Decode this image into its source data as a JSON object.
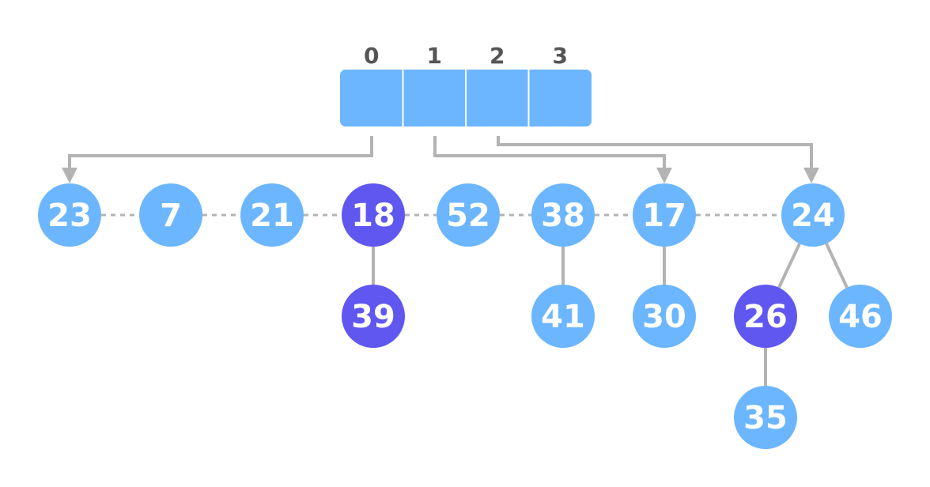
{
  "colors": {
    "node": "#6cb6ff",
    "marked": "#5f57f0",
    "array": "#6cb6ff",
    "edge": "#b3b3b3",
    "index_text": "#555555"
  },
  "array": {
    "indices": [
      "0",
      "1",
      "2",
      "3"
    ]
  },
  "nodes": [
    {
      "id": "n23",
      "label": "23",
      "marked": false
    },
    {
      "id": "n7",
      "label": "7",
      "marked": false
    },
    {
      "id": "n21",
      "label": "21",
      "marked": false
    },
    {
      "id": "n18",
      "label": "18",
      "marked": true
    },
    {
      "id": "n52",
      "label": "52",
      "marked": false
    },
    {
      "id": "n38",
      "label": "38",
      "marked": false
    },
    {
      "id": "n17",
      "label": "17",
      "marked": false
    },
    {
      "id": "n24",
      "label": "24",
      "marked": false
    },
    {
      "id": "n39",
      "label": "39",
      "marked": true
    },
    {
      "id": "n41",
      "label": "41",
      "marked": false
    },
    {
      "id": "n30",
      "label": "30",
      "marked": false
    },
    {
      "id": "n26",
      "label": "26",
      "marked": true
    },
    {
      "id": "n46",
      "label": "46",
      "marked": false
    },
    {
      "id": "n35",
      "label": "35",
      "marked": false
    }
  ],
  "root_list": [
    "n23",
    "n7",
    "n21",
    "n18",
    "n52",
    "n38",
    "n17",
    "n24"
  ],
  "tree_edges": [
    [
      "n18",
      "n39"
    ],
    [
      "n38",
      "n41"
    ],
    [
      "n17",
      "n30"
    ],
    [
      "n24",
      "n26"
    ],
    [
      "n24",
      "n46"
    ],
    [
      "n26",
      "n35"
    ]
  ],
  "array_pointers": [
    {
      "index": "0",
      "target": "n23"
    },
    {
      "index": "1",
      "target": "n17"
    },
    {
      "index": "2",
      "target": "n24"
    }
  ]
}
